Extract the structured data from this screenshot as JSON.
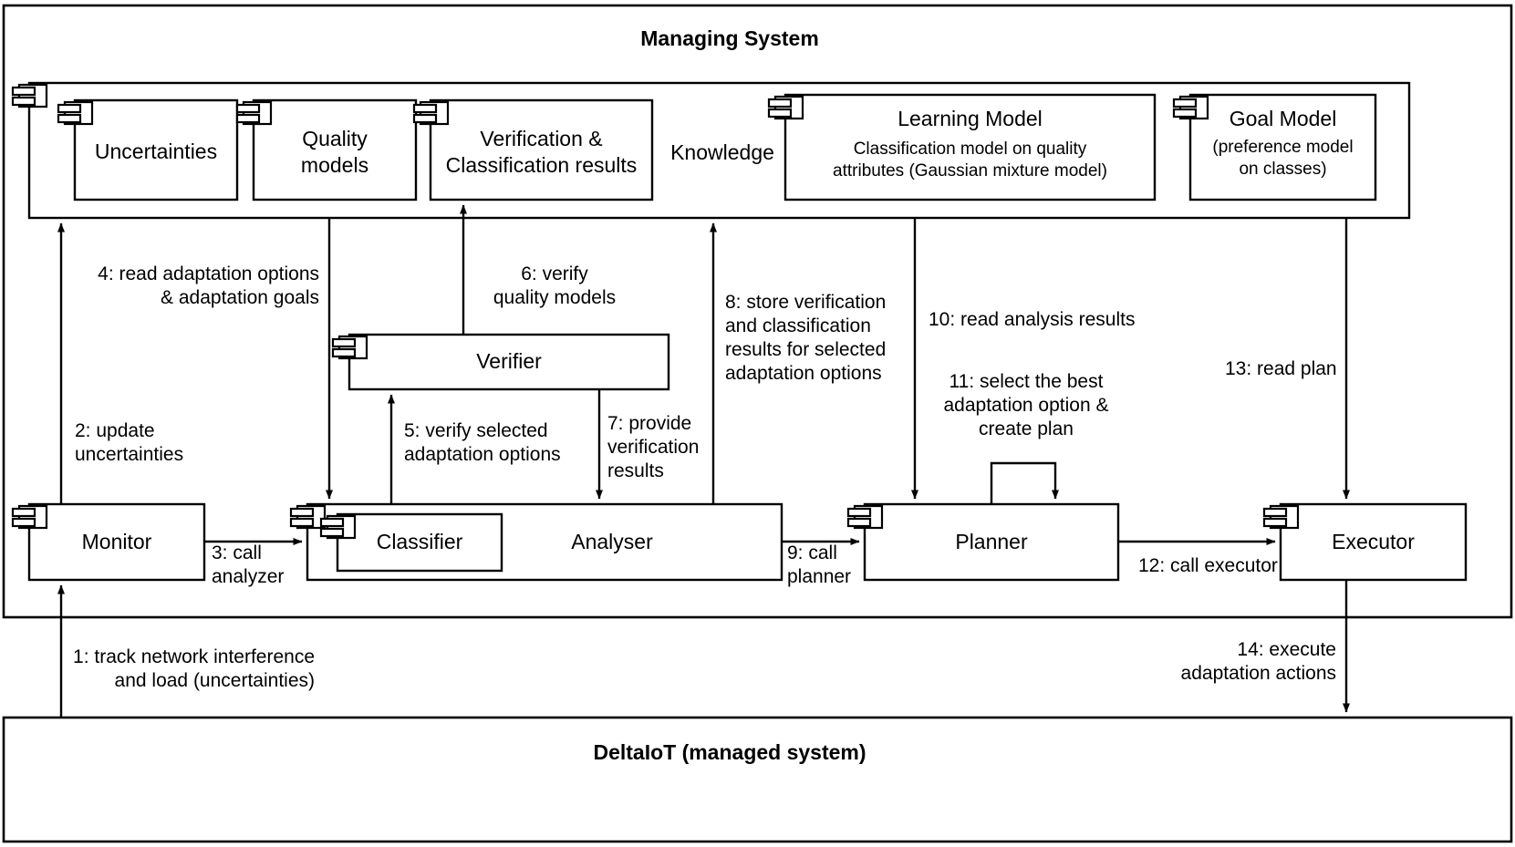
{
  "diagram": {
    "title": "Managing System",
    "managed_system_title": "DeltaIoT (managed system)"
  },
  "knowledge": {
    "label": "Knowledge",
    "components": [
      {
        "name": "Uncertainties",
        "subtitle": ""
      },
      {
        "name": "Quality\nmodels",
        "subtitle": ""
      },
      {
        "name": "Verification &\nClassification results",
        "subtitle": ""
      },
      {
        "name": "Learning Model",
        "subtitle": "Classification model on quality\nattributes (Gaussian mixture model)"
      },
      {
        "name": "Goal Model",
        "subtitle": "(preference model\non classes)"
      }
    ]
  },
  "mape": {
    "monitor": "Monitor",
    "analyser": "Analyser",
    "classifier": "Classifier",
    "verifier": "Verifier",
    "planner": "Planner",
    "executor": "Executor"
  },
  "messages": {
    "m1": "1: track network interference\nand load (uncertainties)",
    "m2": "2: update\nuncertainties",
    "m3": "3: call\nanalyzer",
    "m4": "4: read adaptation options\n& adaptation goals",
    "m5": "5: verify selected\nadaptation options",
    "m6": "6: verify\nquality models",
    "m7": "7: provide\nverification\nresults",
    "m8": "8: store verification\nand classification\nresults for selected\nadaptation options",
    "m9": "9: call\nplanner",
    "m10": "10: read analysis results",
    "m11": "11: select the best\nadaptation option &\ncreate plan",
    "m12": "12: call executor",
    "m13": "13: read plan",
    "m14": "14: execute\nadaptation actions"
  },
  "icons": {
    "component": "uml-component-icon"
  },
  "colors": {
    "stroke": "#000000",
    "fill": "#ffffff"
  }
}
